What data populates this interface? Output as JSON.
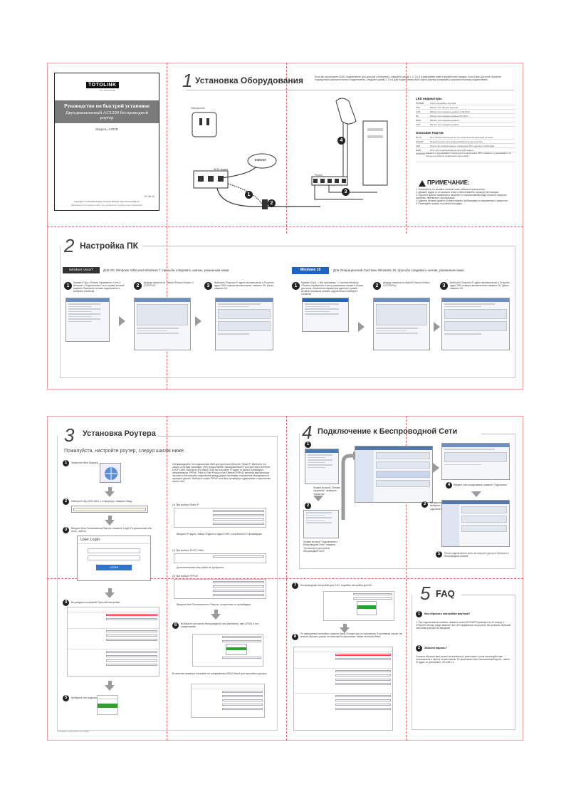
{
  "cover": {
    "brand": "TOTOLINK",
    "brand_tagline": "Your Smart Router",
    "title": "Руководство по быстрой установке",
    "subtitle_line1": "Двухдиапазонный AC1200 беспроводной",
    "subtitle_line2": "роутер",
    "model": "Модель: A702R",
    "version": "V1.16.10",
    "copyright": "Copyright© TOTOLINK All rights reserved. Website: http://www.totolink.net",
    "notice": "Информация в этом документе может быть изменена без предварительного уведомления"
  },
  "section1": {
    "num": "1",
    "title": "Установка Оборудования",
    "intro": "Если вы используете ADSL-подключение для доступа к Интернету, следуйте шагам 1, 2, 3 и 4 в диаграмме ниже в корректном порядке, если у вас доступ в Интернет посредством широкополосного подключения, следуйте шагам 2, 3 и 4 для подключения WAN-порта роутера напрямую к широкополосному подключению.",
    "power_label": "Электросеть",
    "adsl_label": "ADSL модем",
    "internet_label": "Internet",
    "router_label": "Роутер",
    "led_title": "LED индикаторы",
    "leds": [
      {
        "k": "POWER",
        "v": "Горит при работе роутера"
      },
      {
        "k": "CPU",
        "v": "Мигает при запуске роутера"
      },
      {
        "k": "2.4G",
        "v": "Мигает при передаче данных 2.4G Wi-Fi"
      },
      {
        "k": "5G",
        "v": "Мигает при передаче данных 5G Wi-Fi"
      },
      {
        "k": "WAN",
        "v": "Мигает при передаче данных"
      },
      {
        "k": "LAN",
        "v": "Мигает при передаче данных"
      }
    ],
    "ports_title": "Описание Портов",
    "ports": [
      {
        "k": "DC IN",
        "v": "Этот разъем используется для подключения адаптера питания"
      },
      {
        "k": "ON/OFF",
        "v": "Переключатель для включения/выключения роутера"
      },
      {
        "k": "LAN",
        "v": "Порты для подключения к локальному ПК и другим устройствам"
      },
      {
        "k": "WAN",
        "v": "Порт для подключения роутера к Интернету"
      },
      {
        "k": "WPS/RST",
        "v": "Нажмите и удерживайте 5 секунд для подключения WPS. Нажмите и удерживайте 10 секунд для сброса к заводским настройкам"
      }
    ],
    "note_title": "ПРИМЕЧАНИЕ:",
    "notes": [
      "1. Пожалуйста, не вешайте питание и все кабели во время грозы.",
      "2. Держите вдали от источников тепла и обеспечивайте хорошую вентиляцию.",
      "3. Прочтите данное заявление и защитите от проникновения воды и влаги в процессе хранения, перевозки и эксплуатации.",
      "4. Адаптер питания должен соответствовать требованиям по напряжению и мощности.",
      "5. Размещайте роутер на ровной площадке."
    ]
  },
  "section2": {
    "num": "2",
    "title": "Настройка ПК",
    "vista_badge": "Windows Vista/7",
    "vista_intro": "Для ОС Windows Vista или Windows 7, просьба следовать шагам, указанным ниже.",
    "vista_steps": [
      "Нажмите Пуск->Панель Управления->Сеть и Интернет->Подключения к сети, правой кнопкой нажмите Локальное сетевое подключение и выберите Свойства",
      "Дважды нажмите на \"Internet Protocol Version 4 (TCP/IPv4)\"",
      "Выберите Получить IP-адрес автоматически и Получить адрес DNS сервера автоматически, нажмите OK. Далее нажмите OK."
    ],
    "win10_badge": "Windows 10",
    "win10_intro": "Для Операционной Системы Windows 10, просьба следовать шагам, указанным ниже.",
    "win10_steps": [
      "Нажмите Пуск -> Все программы -> Система Windows->Панель Управления->Центр управления сетями и общим доступом->Изменение параметров адаптера, правой кнопкой Локальное сетевое подключение и выберите Свойства",
      "Дважды нажмите на Internet Protocol Version 4 (TCP/IPv4).",
      "Выберите Получить IP-адрес автоматически и Получить адрес DNS-сервера автоматически нажмите OK. Далее нажмите OK."
    ]
  },
  "section3": {
    "num": "3",
    "title": "Установка Роутера",
    "subtitle": "Пожалуйста, настройте роутер, следуя шагам ниже.",
    "step1": "Запустите Web-браузер.",
    "step2": "Наберите http://192.168.1.1 в браузере, нажмите Ввод.",
    "step3": "Введите Имя Пользователя/Пароль, нажмите Login (По умолчанию оба поля - admin)",
    "user_login": "User Login",
    "login_btn": "LOGIN",
    "step4": "Вы увидите интерфейс Простой Настройки.",
    "step5": "Выберите тип подключения WAN.",
    "right_desc": "Специфицируйте тип подключения WAN для доступа в Интернет. Static IP: Выберите эту опцию, если ваш провайдер (ISP) предоставляет фиксированный IP для доступа в Интернет. DHCP Client: Выберите эту опцию, если вы получаете IP-адрес от вашего провайдера автоматически. PPPoE: Point-to-Point Protocol over Ethernet (PPPoE) является виртуальным частным и безопасным соединением между двумя системами посредством незащищенной передачи данных. Выберите опцию PPPoE если ваш провайдер поддерживает подключение такого типа.",
    "static_label": "(1) При выборе Static IP",
    "static_note": "Введите IP-адрес, Маску Подсети и адрес DNS, полученные от провайдера.",
    "dhcp_label": "(2) При выборе DHCP Client",
    "dhcp_note": "Дополнительные настройки не требуются.",
    "pppoe_label": "(3) При выборе PPPoE",
    "pppoe_note": "Введите Имя Пользователя и Пароль, полученные от провайдера.",
    "step6": "Выберите состояние беспроводной сети (вкл/выкл), имя (SSID) и тип шифрования.",
    "step6_note": "В качестве примера, возьмём тип шифрования WPA2 Mixed для настройки роутера.",
    "step7": "Беспроводные настройки для 2.4G, подобны настройке для 5G.",
    "step8": "По завершению настройки, нажмите Apply Changes для их сохранения. В противном случае, вы можете сбросить роутер на значения по умолчанию, нажав на кнопку Reset.",
    "footnote": "* Интерфейс конфигурации для справки"
  },
  "section4": {
    "num": "4",
    "title": "Подключение к Беспроводной Сети",
    "step1": "Правой кнопкой \"Сетевое окружение\", выберите \"Свойства\"",
    "step2": "Правой кнопкой \"Подключение к Беспроводной Сети\", нажмите \"Просмотреть доступные беспроводные сети\"",
    "step3": "Проверьте список доступных сетей, выберите ту, к которой хотите подключиться, нажмите \"Подключить\"",
    "step4": "Введите ключ шифрования, нажмите \"Подключить\"",
    "step5": "После подключения к сети, вы получите доступ в Интернет в беспроводном режиме."
  },
  "section5": {
    "num": "5",
    "title": "FAQ",
    "q1": "Как сбросить настройки роутера?",
    "a1": "1. При подключенном питании, нажмите кнопку RST/WPS примерно на 10 секунд. 2. Отпустите кнопку, когда замигают все LED индикаторы на роутере. Вы успешно сбросили настройки роутера на заводские.",
    "q2": "Забыли пароль?",
    "a2": "Сначала сбросьте ваш роутер на значения по умолчанию, потом используйте имя пользователя и пароль по умолчанию. По умолчанию Имя Пользователя/Пароль - admin. IP-адрес по умолчанию: 192.168.1.1."
  }
}
